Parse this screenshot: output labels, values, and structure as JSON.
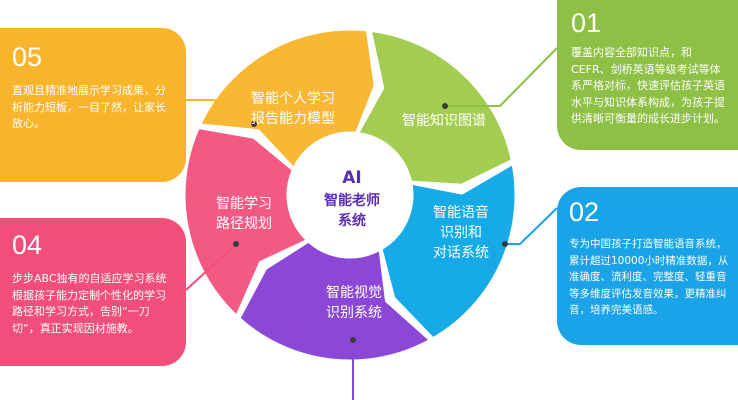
{
  "center": {
    "line1": "AI",
    "line2": "智能老师",
    "line3": "系统"
  },
  "segments": [
    {
      "key": "seg-knowledge",
      "lines": [
        "智能知识图谱"
      ],
      "color": "#a3cd50"
    },
    {
      "key": "seg-speech",
      "lines": [
        "智能语音",
        "识别和",
        "对话系统"
      ],
      "color": "#16aae7"
    },
    {
      "key": "seg-vision",
      "lines": [
        "智能视觉",
        "识别系统"
      ],
      "color": "#8b47d6"
    },
    {
      "key": "seg-path",
      "lines": [
        "智能学习",
        "路径规划"
      ],
      "color": "#f25a84"
    },
    {
      "key": "seg-report",
      "lines": [
        "智能个人学习",
        "报告能力模型"
      ],
      "color": "#f9b834"
    }
  ],
  "cards": {
    "c01": {
      "num": "01",
      "text": "覆盖内容全部知识点，和CEFR、剑桥英语等级考试等体系严格对标，快速评估孩子英语水平与知识体系构成，为孩子提供清晰可衡量的成长进步计划。",
      "color": "#8dc045"
    },
    "c02": {
      "num": "02",
      "text": "专为中国孩子打造智能语音系统，累计超过10000小时精准数据，从准确度、流利度、完整度、轻重音等多维度评估发音效果，更精准纠音，培养完美语感。",
      "color": "#1aa3e6"
    },
    "c04": {
      "num": "04",
      "text": "步步ABC独有的自适应学习系统根据孩子能力定制个性化的学习路径和学习方式，告别“一刀切”，真正实现因材施教。",
      "color": "#f24e7a"
    },
    "c05": {
      "num": "05",
      "text": "直观且精准地展示学习成果，分析能力短板，一目了然，让家长放心。",
      "color": "#f8b52c"
    }
  },
  "connector_colors": [
    "#8dc045",
    "#1aa3e6",
    "#8b47d6",
    "#f24e7a",
    "#f8b52c"
  ]
}
